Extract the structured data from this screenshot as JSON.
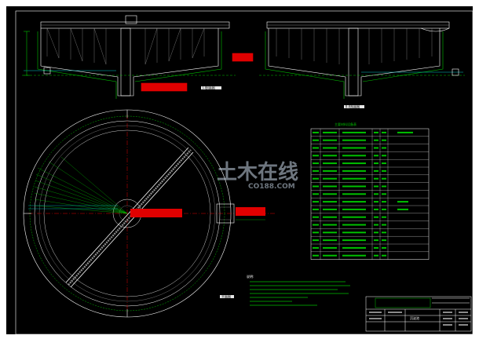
{
  "watermark": {
    "main": "土木在线",
    "sub": "CO188.COM"
  },
  "colors": {
    "background": "#ffffff",
    "frame": "#000000",
    "sheet": "#000000",
    "structure": "#ffffff",
    "pipe": "#e00000",
    "dimension": "#00c000",
    "table_text": "#00c000",
    "centerline": "#e00000",
    "accent": "#00c8c8",
    "gray": "#8a8a8a"
  },
  "section_left": {
    "caption": "I-I剖面图"
  },
  "section_right": {
    "caption": "II-II剖面图"
  },
  "plan": {
    "caption": "平面图"
  },
  "table": {
    "title": "主要材料设备表",
    "rows": 17
  },
  "notes": {
    "title": "说明:"
  },
  "title_block": {
    "sheet_name": "沉淀池"
  }
}
